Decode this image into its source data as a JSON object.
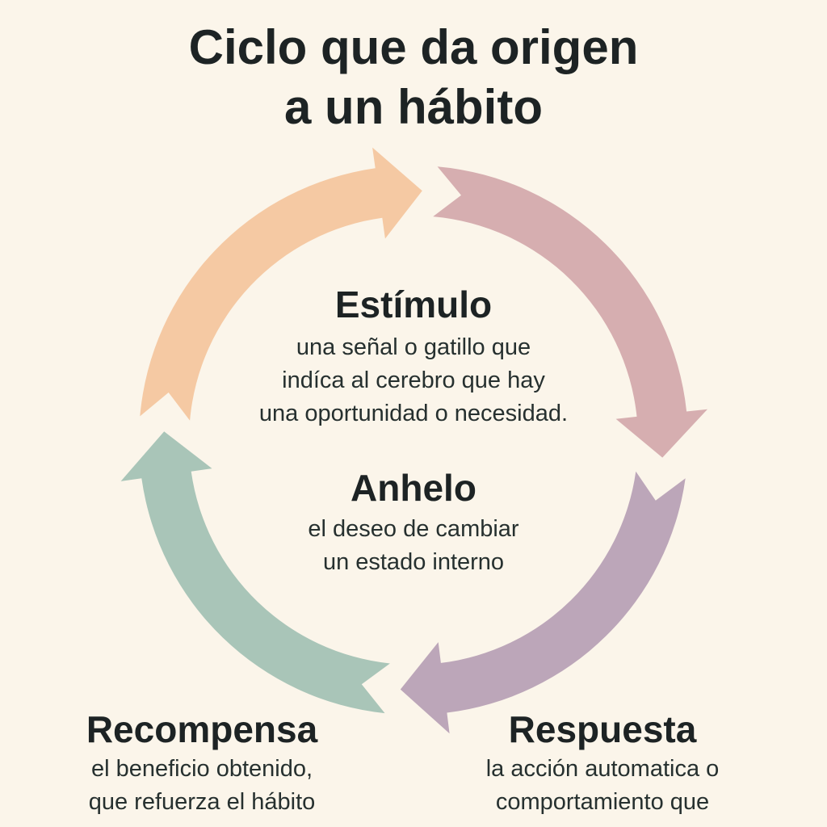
{
  "title": [
    "Ciclo que da origen",
    "a un hábito"
  ],
  "colors": {
    "background": "#fbf5ea",
    "estimulo": "#f5c9a3",
    "anhelo": "#d6aeb0",
    "respuesta": "#bca6b9",
    "recompensa": "#a9c5b8"
  },
  "stages": {
    "estimulo": {
      "title": "Estímulo",
      "lines": [
        "una señal o gatillo que",
        "indíca al cerebro que hay",
        "una oportunidad o necesidad."
      ]
    },
    "anhelo": {
      "title": "Anhelo",
      "lines": [
        "el deseo de cambiar",
        "un estado interno"
      ]
    },
    "recompensa": {
      "title": "Recompensa",
      "lines": [
        "el beneficio obtenido,",
        "que refuerza el hábito"
      ]
    },
    "respuesta": {
      "title": "Respuesta",
      "lines": [
        "la acción automatica o",
        "comportamiento que"
      ]
    }
  }
}
